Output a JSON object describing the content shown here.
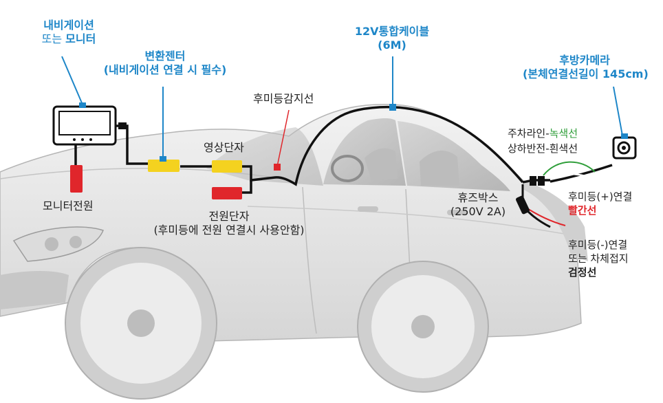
{
  "labels": {
    "nav_line1": "내비게이션",
    "nav_line2_prefix": "또는 ",
    "nav_line2_bold": "모니터",
    "gender_title": "변환젠터",
    "gender_sub": "(내비게이션 연결 시 필수)",
    "cable_title": "12V통합케이블",
    "cable_sub": "(6M)",
    "camera_title": "후방카메라",
    "camera_sub": "(본체연결선길이 145cm)",
    "rearlight_sensor": "후미등감지선",
    "video_terminal": "영상단자",
    "monitor_power": "모니터전원",
    "power_terminal": "전원단자",
    "power_terminal_sub": "(후미등에 전원 연결시 사용안함)",
    "parking_prefix": "주차라인-",
    "parking_color": "녹색선",
    "flip_text": "상하반전-흰색선",
    "fusebox": "휴즈박스",
    "fusebox_spec": "(250V 2A)",
    "plus_text": "후미등(+)연결",
    "plus_color": "빨간선",
    "minus_line1": "후미등(-)연결",
    "minus_line2": "또는 차체접지",
    "minus_color": "검정선"
  },
  "colors": {
    "label_blue": "#1d86c8",
    "red_wire": "#e0262b",
    "green_wire": "#2f9e3a",
    "connector_yellow": "#f4d21f",
    "connector_red": "#e0262b",
    "cable_black": "#111111"
  }
}
